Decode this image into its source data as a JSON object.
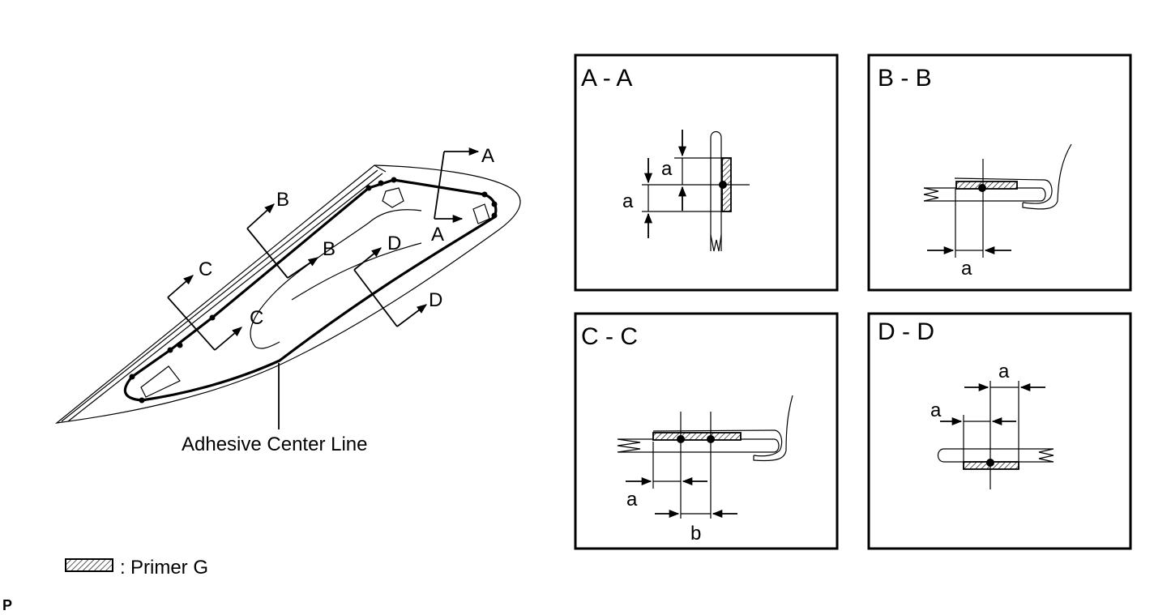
{
  "main_view": {
    "section_labels": [
      "A",
      "A",
      "B",
      "B",
      "C",
      "C",
      "D",
      "D"
    ],
    "adhesive_label": "Adhesive Center Line"
  },
  "legend": {
    "separator": ":",
    "primer_label": "Primer G"
  },
  "footer_mark": "P",
  "sections": [
    {
      "title": "A - A",
      "dims": [
        "a",
        "a"
      ]
    },
    {
      "title": "B - B",
      "dims": [
        "a"
      ]
    },
    {
      "title": "C - C",
      "dims": [
        "a",
        "b"
      ]
    },
    {
      "title": "D - D",
      "dims": [
        "a",
        "a"
      ]
    }
  ],
  "colors": {
    "ink": "#000000",
    "paper": "#ffffff"
  }
}
